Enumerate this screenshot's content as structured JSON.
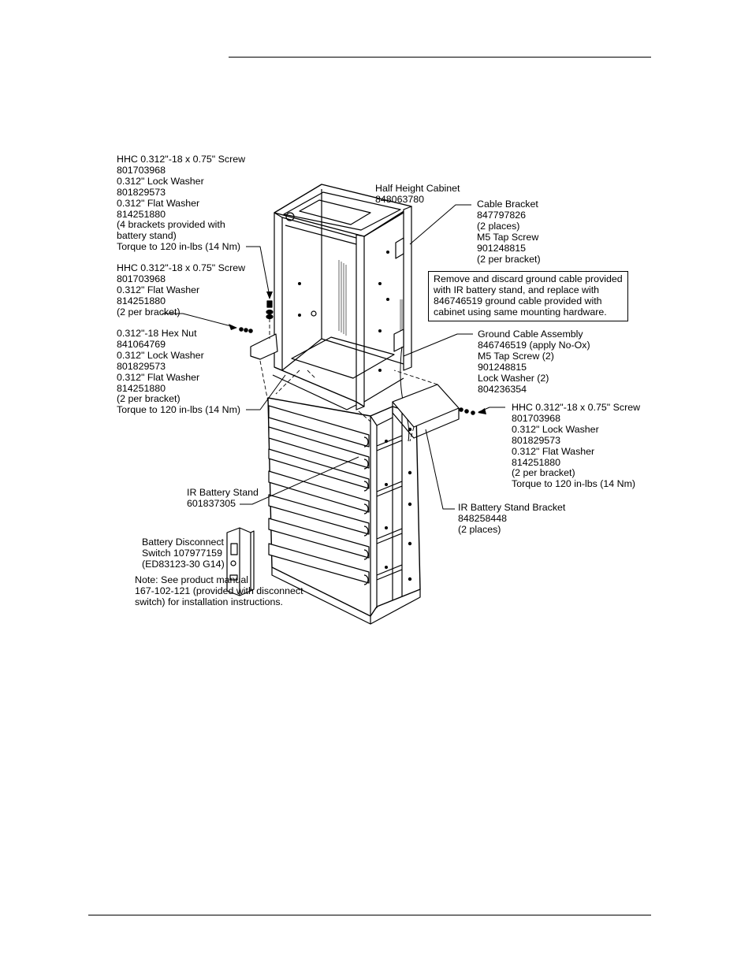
{
  "callouts": {
    "hhc_screw_top": "HHC 0.312\"-18 x 0.75\" Screw\n801703968\n0.312\" Lock Washer\n801829573\n0.312\" Flat Washer\n814251880\n(4 brackets provided with\nbattery stand)\nTorque to 120 in-lbs (14 Nm)",
    "hhc_screw_mid": "HHC 0.312\"-18 x 0.75\" Screw\n801703968\n0.312\" Flat Washer\n814251880\n(2 per bracket)",
    "hex_nut": "0.312\"-18 Hex Nut\n841064769\n0.312\" Lock Washer\n801829573\n0.312\" Flat Washer\n814251880\n(2 per bracket)\nTorque to 120 in-lbs (14 Nm)",
    "half_height_cabinet": "Half Height Cabinet\n848063780",
    "cable_bracket": "Cable Bracket\n847797826\n(2 places)\nM5 Tap Screw\n901248815\n(2 per bracket)",
    "ground_note": "Remove and discard ground cable provided\nwith IR battery stand, and replace with\n846746519 ground cable provided with\ncabinet using same mounting hardware.",
    "ground_cable": "Ground Cable Assembly\n846746519 (apply No-Ox)\nM5 Tap Screw (2)\n901248815\nLock Washer (2)\n804236354",
    "hhc_screw_right": "HHC 0.312\"-18 x 0.75\" Screw\n801703968\n0.312\" Lock Washer\n801829573\n0.312\" Flat Washer\n814251880\n(2 per bracket)\nTorque to 120 in-lbs (14 Nm)",
    "ir_battery_stand": "IR Battery Stand\n601837305",
    "ir_bracket": "IR Battery Stand Bracket\n848258448\n(2 places)",
    "disconnect_switch": "Battery Disconnect\nSwitch 107977159\n(ED83123-30 G14)",
    "product_note": "Note: See product manual\n167-102-121 (provided with disconnect\nswitch) for installation instructions."
  }
}
